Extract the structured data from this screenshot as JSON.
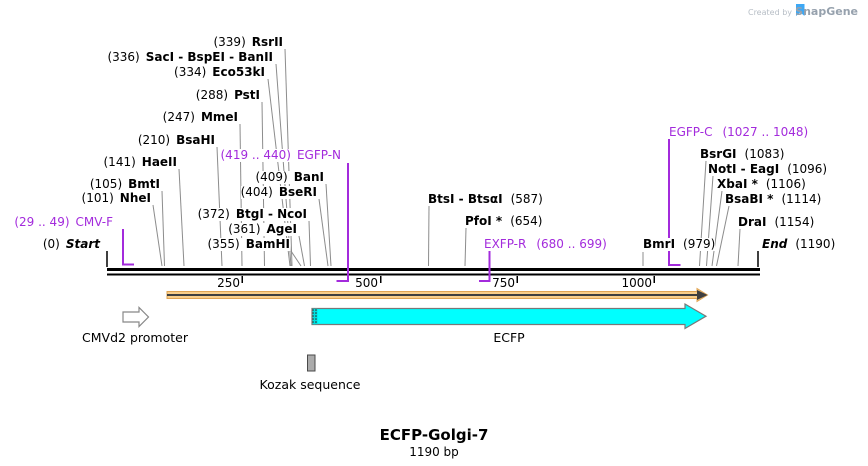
{
  "credit": {
    "created_by": "Created by",
    "brand": "SnapGene"
  },
  "title": {
    "name": "ECFP-Golgi-7",
    "length": "1190 bp"
  },
  "ruler": {
    "t250": "250",
    "t500": "500",
    "t750": "750",
    "t1000": "1000"
  },
  "markers": {
    "start": {
      "pos": "(0)",
      "name": "Start"
    },
    "end": {
      "name": "End",
      "pos": "(1190)"
    }
  },
  "primers": {
    "cmvf": {
      "pos": "(29 .. 49)",
      "name": "CMV-F"
    },
    "egfpn": {
      "pos": "(419 .. 440)",
      "name": "EGFP-N"
    },
    "exfpr": {
      "name": "EXFP-R",
      "pos": "(680 .. 699)"
    },
    "egfpc": {
      "name": "EGFP-C",
      "pos": "(1027 .. 1048)"
    }
  },
  "sites": {
    "rsrii": {
      "pos": "(339)",
      "name": "RsrII"
    },
    "sacgrp": {
      "pos": "(336)",
      "name": "SacI - BspEI - BanII"
    },
    "eco53ki": {
      "pos": "(334)",
      "name": "Eco53kI"
    },
    "psti": {
      "pos": "(288)",
      "name": "PstI"
    },
    "mmei": {
      "pos": "(247)",
      "name": "MmeI"
    },
    "bsahi": {
      "pos": "(210)",
      "name": "BsaHI"
    },
    "haeii": {
      "pos": "(141)",
      "name": "HaeII"
    },
    "bmti": {
      "pos": "(105)",
      "name": "BmtI"
    },
    "nhei": {
      "pos": "(101)",
      "name": "NheI"
    },
    "bani": {
      "pos": "(409)",
      "name": "BanI"
    },
    "bseri": {
      "pos": "(404)",
      "name": "BseRI"
    },
    "btggrp": {
      "pos": "(372)",
      "name": "BtgI - NcoI"
    },
    "agei": {
      "pos": "(361)",
      "name": "AgeI"
    },
    "bamhi": {
      "pos": "(355)",
      "name": "BamHI"
    },
    "btsgrp": {
      "name": "BtsI - BtsαI",
      "pos": "(587)"
    },
    "pfoi": {
      "name": "PfoI *",
      "pos": "(654)"
    },
    "bmri": {
      "name": "BmrI",
      "pos": "(979)"
    },
    "bsrgi": {
      "name": "BsrGI",
      "pos": "(1083)"
    },
    "notgrp": {
      "name": "NotI - EagI",
      "pos": "(1096)"
    },
    "xbai": {
      "name": "XbaI *",
      "pos": "(1106)"
    },
    "bsabi": {
      "name": "BsaBI *",
      "pos": "(1114)"
    },
    "drai": {
      "name": "DraI",
      "pos": "(1154)"
    }
  },
  "features": {
    "cmvd2": "CMVd2 promoter",
    "ecfp": "ECFP",
    "kozak": "Kozak sequence"
  },
  "colors": {
    "primer": "#A32BDC",
    "ecfp_fill": "#00FFFF",
    "orf_fill": "#F9CE8A",
    "sequence_line": "#000000"
  }
}
